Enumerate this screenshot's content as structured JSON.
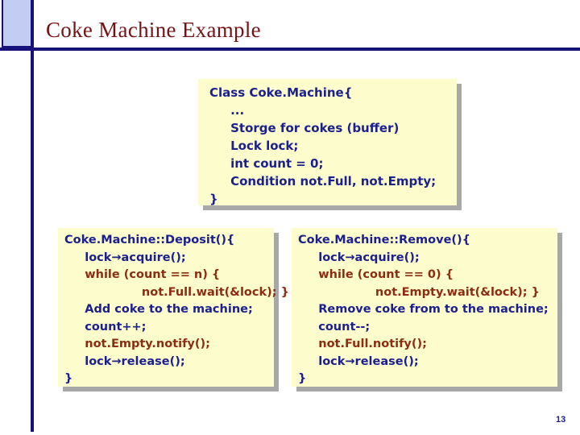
{
  "slide": {
    "title": "Coke Machine Example",
    "number": "13",
    "colors": {
      "title_text": "#731318",
      "accent_navy": "#16127a",
      "deco_square_fill": "#c3cdf4",
      "code_box_fill": "#fdfccd",
      "code_box_shadow": "#a8a8a8",
      "code_blue": "#1b1f8f",
      "code_red": "#8c2d12"
    }
  },
  "class_box": {
    "name": "class-definition-box",
    "lines": [
      {
        "text": "Class Coke.Machine{",
        "color": "blue",
        "indent": 0
      },
      {
        "text": "...",
        "color": "blue",
        "indent": 1
      },
      {
        "text": "Storge for cokes (buffer)",
        "color": "blue",
        "indent": 1
      },
      {
        "text": "Lock lock;",
        "color": "blue",
        "indent": 1
      },
      {
        "text": "int count = 0;",
        "color": "blue",
        "indent": 1
      },
      {
        "text": "Condition not.Full, not.Empty;",
        "color": "blue",
        "indent": 1
      },
      {
        "text": "}",
        "color": "blue",
        "indent": 0
      }
    ]
  },
  "deposit_box": {
    "name": "deposit-method-box",
    "lines": [
      {
        "text": "Coke.Machine::Deposit(){",
        "color": "blue",
        "indent": 0
      },
      {
        "text": "lock→acquire();",
        "color": "blue",
        "indent": 1
      },
      {
        "text": "while (count == n) {",
        "color": "red",
        "indent": 1
      },
      {
        "text": "not.Full.wait(&lock); }",
        "color": "red",
        "indent": 3
      },
      {
        "text": "Add coke to the machine;",
        "color": "blue",
        "indent": 1
      },
      {
        "text": "count++;",
        "color": "blue",
        "indent": 1
      },
      {
        "text": "not.Empty.notify();",
        "color": "red",
        "indent": 1
      },
      {
        "text": "lock→release();",
        "color": "blue",
        "indent": 1
      },
      {
        "text": "}",
        "color": "blue",
        "indent": 0
      }
    ]
  },
  "remove_box": {
    "name": "remove-method-box",
    "lines": [
      {
        "text": "Coke.Machine::Remove(){",
        "color": "blue",
        "indent": 0
      },
      {
        "text": "lock→acquire();",
        "color": "blue",
        "indent": 1
      },
      {
        "text": "while (count == 0) {",
        "color": "red",
        "indent": 1
      },
      {
        "text": "not.Empty.wait(&lock); }",
        "color": "red",
        "indent": 3
      },
      {
        "text": "Remove coke from to the machine;",
        "color": "blue",
        "indent": 1
      },
      {
        "text": "count--;",
        "color": "blue",
        "indent": 1
      },
      {
        "text": "not.Full.notify();",
        "color": "red",
        "indent": 1
      },
      {
        "text": "lock→release();",
        "color": "blue",
        "indent": 1
      },
      {
        "text": "}",
        "color": "blue",
        "indent": 0
      }
    ]
  }
}
